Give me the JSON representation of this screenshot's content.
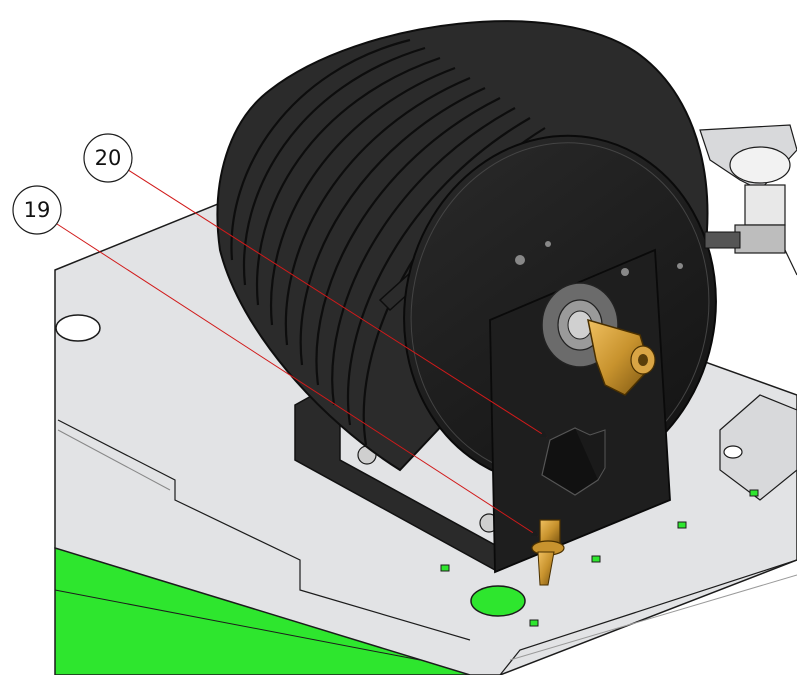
{
  "callouts": [
    {
      "id": "callout-19",
      "number": "19"
    },
    {
      "id": "callout-20",
      "number": "20"
    }
  ],
  "colors": {
    "sheet_metal": "#e2e3e5",
    "sheet_metal_shade": "#cfd0d3",
    "outline": "#1c1c1c",
    "green_base": "#2ee62e",
    "hose": "#2b2b2b",
    "reel_face": "#1a1a1a",
    "brass": "#c8932e",
    "leader_line": "#d11a1a"
  }
}
